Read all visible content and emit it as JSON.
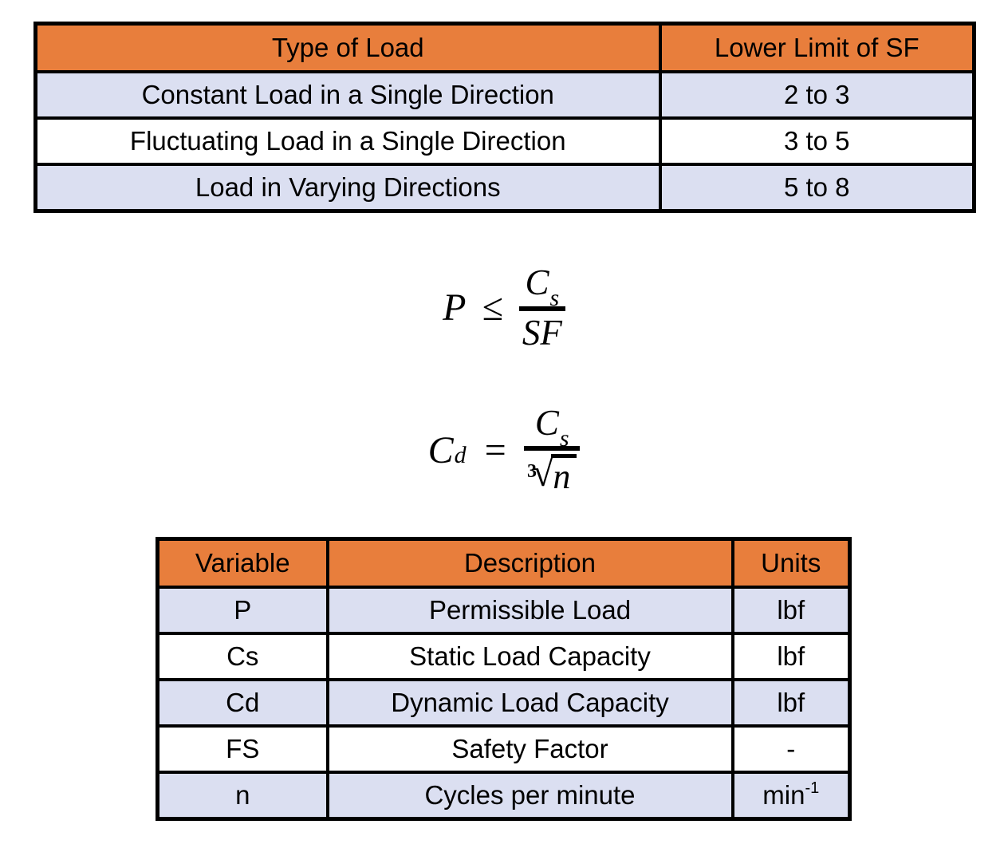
{
  "colors": {
    "header_bg": "#E87E3C",
    "band_row_bg": "#DBDFF1",
    "white_row_bg": "#FFFFFF",
    "border": "#000000",
    "text": "#000000"
  },
  "load_table": {
    "headers": [
      "Type of Load",
      "Lower Limit of SF"
    ],
    "rows": [
      [
        "Constant Load in a Single Direction",
        "2 to 3"
      ],
      [
        "Fluctuating Load in a Single Direction",
        "3 to 5"
      ],
      [
        "Load in Varying Directions",
        "5 to 8"
      ]
    ]
  },
  "formulas": {
    "permissible_load": {
      "lhs": "P",
      "relation": "≤",
      "numerator_base": "C",
      "numerator_subscript": "s",
      "denominator": "SF"
    },
    "dynamic_load": {
      "lhs_base": "C",
      "lhs_subscript": "d",
      "relation": "=",
      "numerator_base": "C",
      "numerator_subscript": "s",
      "root_index": "3",
      "root_sign": "√",
      "radicand": "n"
    }
  },
  "variable_table": {
    "headers": [
      "Variable",
      "Description",
      "Units"
    ],
    "rows": [
      {
        "variable": "P",
        "description": "Permissible Load",
        "units": "lbf"
      },
      {
        "variable": "Cs",
        "description": "Static Load Capacity",
        "units": "lbf"
      },
      {
        "variable": "Cd",
        "description": "Dynamic Load Capacity",
        "units": "lbf"
      },
      {
        "variable": "FS",
        "description": "Safety Factor",
        "units": "-"
      },
      {
        "variable": "n",
        "description": "Cycles per minute",
        "units": "min",
        "units_exponent": "-1"
      }
    ]
  }
}
